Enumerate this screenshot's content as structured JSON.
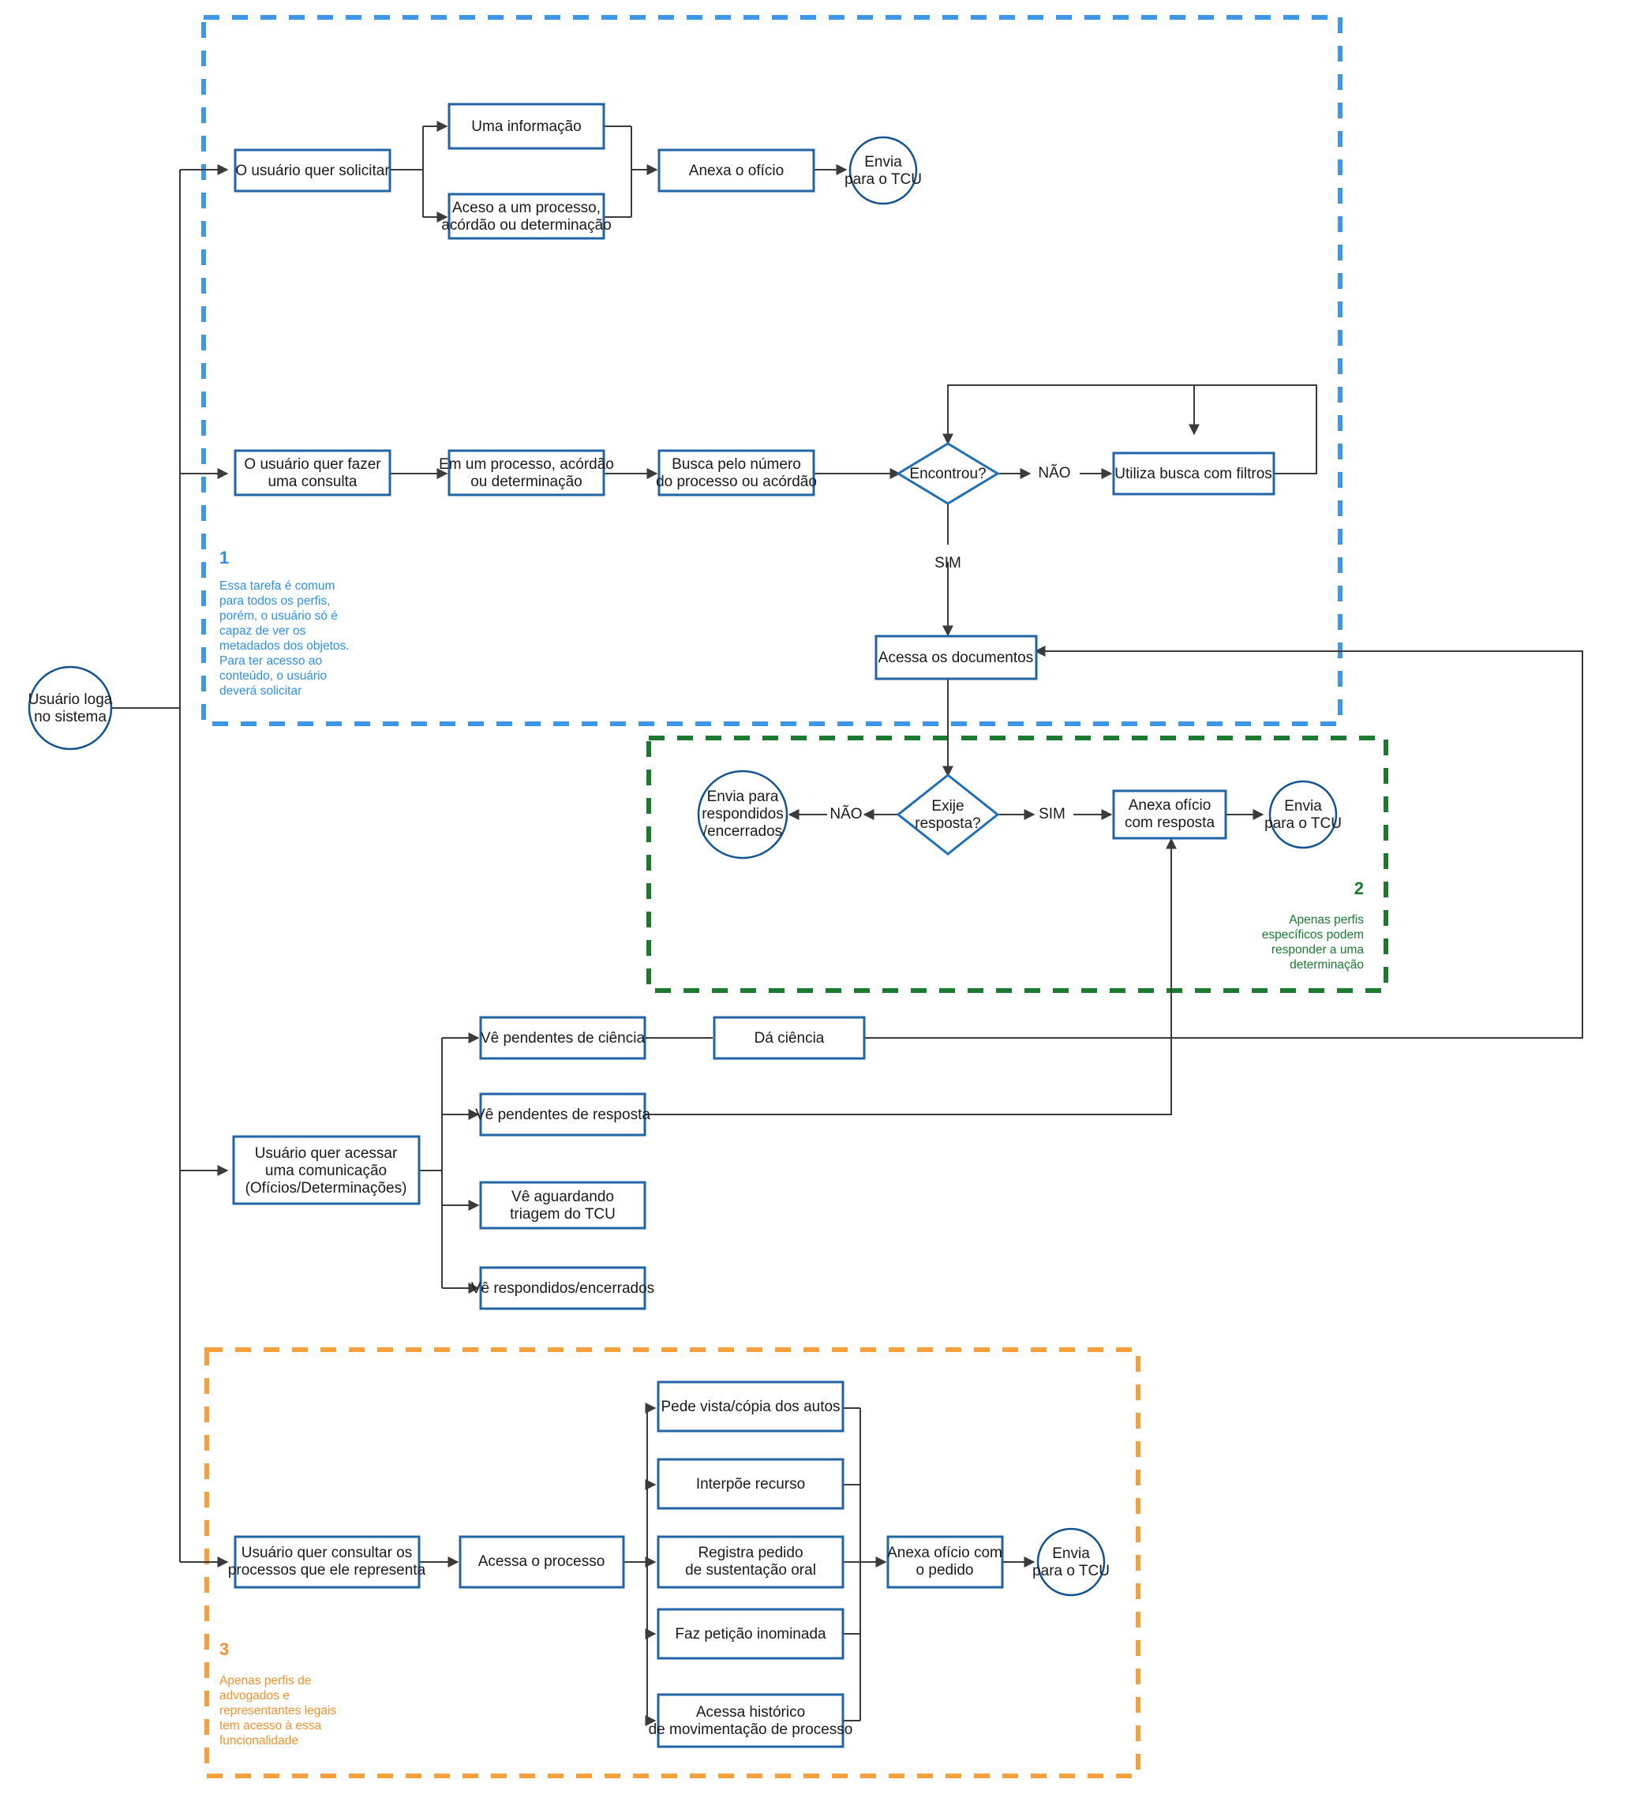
{
  "diagram": {
    "title": "Fluxo de usuário - Sistema TCU",
    "colors": {
      "node_border": "#2264A5",
      "circle_border": "#14538F",
      "diamond_border": "#1F6FB5",
      "connector": "#3b3b3b",
      "zone1": "#3d96e8",
      "zone2": "#1B7A2F",
      "zone3": "#F5A03C"
    }
  },
  "nodes": {
    "start": "Usuário loga\nno sistema",
    "start_l1": "Usuário loga",
    "start_l2": "no sistema",
    "solicitar": "O usuário quer solicitar",
    "uma_informacao": "Uma informação",
    "acesso_processo_l1": "Aceso a um processo,",
    "acesso_processo_l2": "acórdão ou determinação",
    "anexa_oficio": "Anexa o ofício",
    "envia_tcu_1_l1": "Envia",
    "envia_tcu_1_l2": "para o TCU",
    "consulta_l1": "O usuário quer fazer",
    "consulta_l2": "uma consulta",
    "em_processo_l1": "Em um processo, acórdão",
    "em_processo_l2": "ou determinação",
    "busca_numero_l1": "Busca pelo número",
    "busca_numero_l2": "do processo ou acórdão",
    "encontrou": "Encontrou?",
    "utiliza_filtros": "Utiliza busca com filtros",
    "acessa_documentos": "Acessa os documentos",
    "exige_resposta_l1": "Exije",
    "exige_resposta_l2": "resposta?",
    "envia_respondidos_l1": "Envia para",
    "envia_respondidos_l2": "respondidos",
    "envia_respondidos_l3": "/encerrados",
    "anexa_oficio_resposta_l1": "Anexa ofício",
    "anexa_oficio_resposta_l2": "com resposta",
    "envia_tcu_2_l1": "Envia",
    "envia_tcu_2_l2": "para o TCU",
    "comunicacao_l1": "Usuário quer acessar",
    "comunicacao_l2": "uma comunicação",
    "comunicacao_l3": "(Ofícios/Determinações)",
    "ve_pendentes_ciencia": "Vê pendentes de ciência",
    "da_ciencia": "Dá ciência",
    "ve_pendentes_resposta": "Vê pendentes de resposta",
    "ve_aguardando_l1": "Vê aguardando",
    "ve_aguardando_l2": "triagem do TCU",
    "ve_respondidos": "Vê respondidos/encerrados",
    "consultar_processos_l1": "Usuário quer consultar os",
    "consultar_processos_l2": "processos que ele representa",
    "acessa_processo": "Acessa o processo",
    "pede_vista": "Pede vista/cópia dos autos",
    "interpoe_recurso": "Interpõe recurso",
    "registra_pedido_l1": "Registra pedido",
    "registra_pedido_l2": "de sustentação oral",
    "faz_peticao": "Faz petição inominada",
    "acessa_historico_l1": "Acessa histórico",
    "acessa_historico_l2": "de movimentação de processo",
    "anexa_oficio_pedido_l1": "Anexa ofício com",
    "anexa_oficio_pedido_l2": "o pedido",
    "envia_tcu_3_l1": "Envia",
    "envia_tcu_3_l2": "para o TCU"
  },
  "edge_labels": {
    "nao_1": "NÃO",
    "sim_1": "SIM",
    "nao_2": "NÃO",
    "sim_2": "SIM"
  },
  "notes": {
    "note1": {
      "number": "1",
      "color": "#2F8FE8",
      "lines": [
        "Essa tarefa é comum",
        "para todos os perfis,",
        "porém, o usuário só é",
        "capaz de ver os",
        "metadados dos objetos.",
        "Para ter acesso ao",
        "conteúdo, o usuário",
        "deverá solicitar"
      ]
    },
    "note2": {
      "number": "2",
      "color": "#1B7A2F",
      "lines": [
        "Apenas perfis",
        "específicos podem",
        "responder a uma",
        "determinação"
      ]
    },
    "note3": {
      "number": "3",
      "color": "#F0912E",
      "lines": [
        "Apenas perfis de",
        "advogados e",
        "representantes legais",
        "tem acesso à essa",
        "funcionalidade"
      ]
    }
  }
}
